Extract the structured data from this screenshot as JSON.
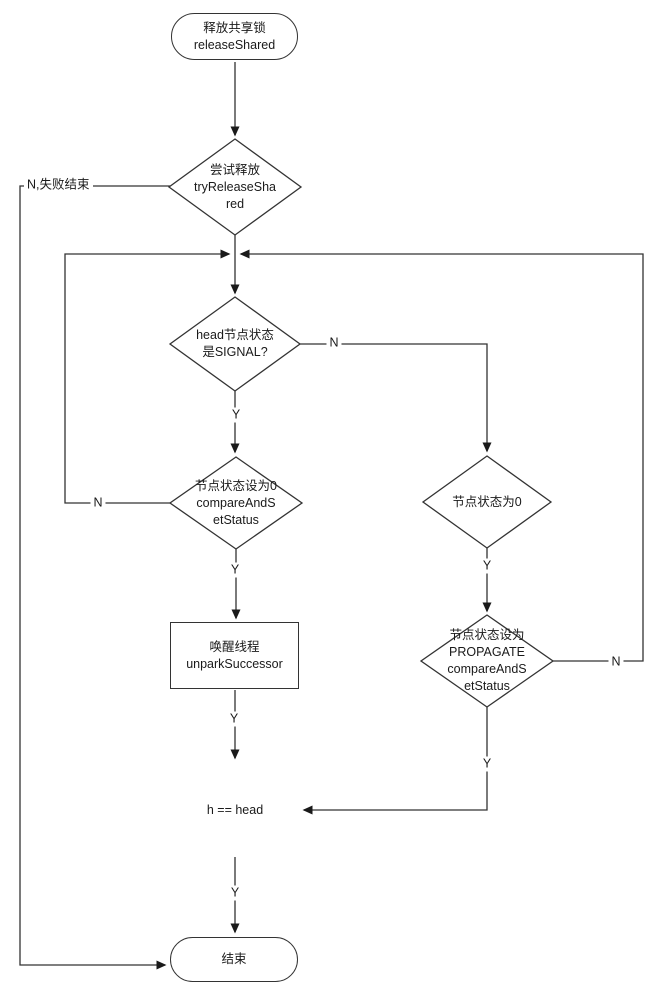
{
  "diagram": {
    "background": "#ffffff",
    "line_color": "#333333",
    "text_color": "#1a1a1a",
    "nodes": {
      "start": "释放共享锁\nreleaseShared",
      "try_release": "尝试释放\ntryReleaseSha\nred",
      "head_signal": "head节点状态\n是SIGNAL?",
      "cas_zero": "节点状态设为0\ncompareAndS\netStatus",
      "status_zero": "节点状态为0",
      "unpark": "唤醒线程\nunparkSuccessor",
      "cas_propagate": "节点状态设为\nPROPAGATE\ncompareAndS\netStatus",
      "h_eq_head": "h == head",
      "end": "结束"
    },
    "labels": {
      "fail_end": "N,失败结束",
      "signal_n": "N",
      "cas_zero_n": "N",
      "propagate_n": "N",
      "signal_y": "Y",
      "cas_zero_y": "Y",
      "unpark_y": "Y",
      "status_zero_y": "Y",
      "propagate_y": "Y",
      "h_eq_head_y": "Y"
    }
  }
}
